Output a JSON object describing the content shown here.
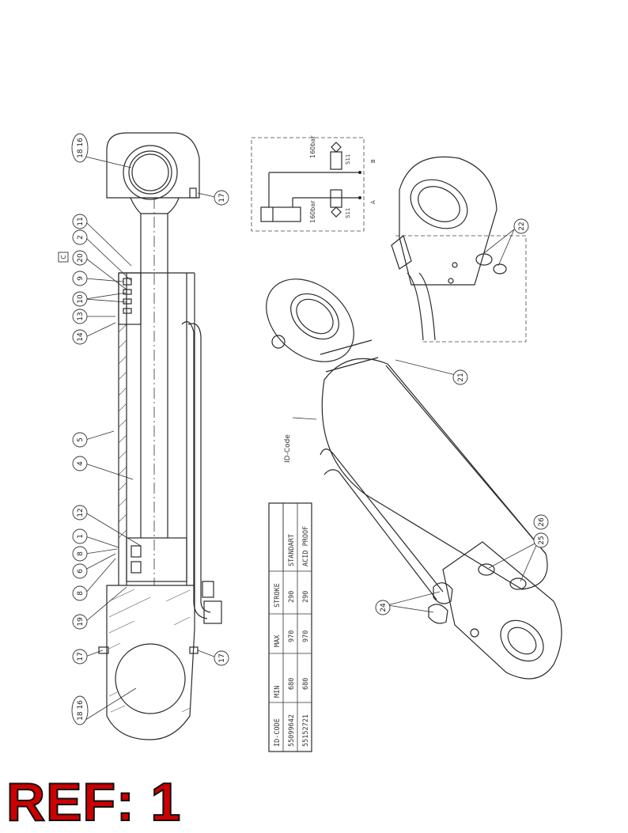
{
  "callouts": {
    "c_18_16_top": "18 16",
    "c_11": "11",
    "c_2": "2",
    "c_20": "20",
    "c_9": "9",
    "c_10": "10",
    "c_13": "13",
    "c_14": "14",
    "c_5": "5",
    "c_4": "4",
    "c_12": "12",
    "c_1": "1",
    "c_8a": "8",
    "c_6": "6",
    "c_8b": "8",
    "c_19": "19",
    "c_17a": "17",
    "c_17b": "17",
    "c_17c": "17",
    "c_18_16_bot": "18 16",
    "c_21": "21",
    "c_22": "22",
    "c_24": "24",
    "c_25": "25",
    "c_26": "26",
    "section_mark": "C"
  },
  "labels": {
    "id_code": "ID-Code",
    "valve_160_a": "160bar",
    "valve_160_b": "160bar",
    "port_a": "A",
    "port_b": "B",
    "s11_a": "S11",
    "s11_b": "S11"
  },
  "table": {
    "headers": [
      "ID-CODE",
      "MIN",
      "MAX",
      "STROKE",
      ""
    ],
    "rows": [
      [
        "55099642",
        "680",
        "970",
        "290",
        "STANDART"
      ],
      [
        "55152721",
        "680",
        "970",
        "290",
        "ACID PROOF"
      ]
    ]
  },
  "ref_label": "REF: 1"
}
